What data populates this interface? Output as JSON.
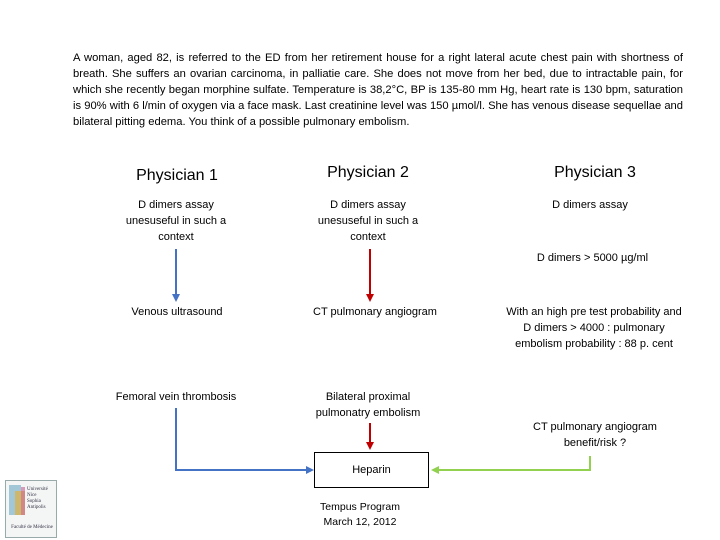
{
  "case_text": "A woman, aged 82, is referred to the ED from her retirement house for a right lateral acute chest pain with shortness of breath. She suffers an ovarian carcinoma, in palliatie care. She does not move from her bed, due to intractable pain, for which she recently began morphine sulfate. Temperature is 38,2°C, BP is 135-80 mm Hg, heart rate is 130 bpm, saturation is 90% with 6 l/min of oxygen via a face mask. Last creatinine level was 150 µmol/l. She has venous disease sequellae and bilateral pitting edema. You think of a possible pulmonary embolism.",
  "physician1": {
    "title": "Physician 1",
    "d_dimers": "D dimers assay unesuseful in such a context",
    "exam": "Venous ultrasound",
    "result": "Femoral vein thrombosis"
  },
  "physician2": {
    "title": "Physician 2",
    "d_dimers": "D dimers assay unesuseful in such a context",
    "exam": "CT pulmonary angiogram",
    "result": "Bilateral proximal pulmonatry embolism"
  },
  "physician3": {
    "title": "Physician 3",
    "d_dimers": "D dimers assay",
    "d_dimers_result": "D dimers > 5000 µg/ml",
    "probability": "With an high pre test probability and D dimers > 4000 : pulmonary embolism probability : 88 p. cent",
    "decision": "CT pulmonary angiogram benefit/risk ?"
  },
  "treatment": "Heparin",
  "footer": {
    "program": "Tempus Program",
    "date": "March 12, 2012"
  },
  "logo": {
    "lines": [
      "Université",
      "Nice",
      "Sophia Antipolis",
      "Faculté de Médecine"
    ]
  },
  "colors": {
    "physician1_arrows": "#4472c4",
    "physician2_arrows": "#c00000",
    "physician3_arrows": "#92d050"
  }
}
